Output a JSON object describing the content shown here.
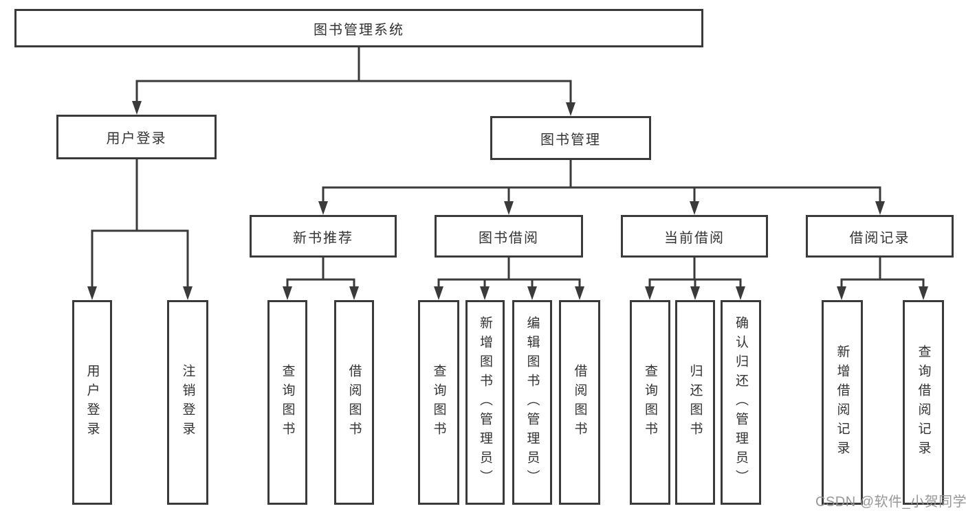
{
  "diagram_title": "图书管理系统",
  "tree": {
    "label": "图书管理系统",
    "children": [
      {
        "label": "用户登录",
        "children": [
          {
            "label": "用户登录"
          },
          {
            "label": "注销登录"
          }
        ]
      },
      {
        "label": "图书管理",
        "children": [
          {
            "label": "新书推荐",
            "children": [
              {
                "label": "查询图书"
              },
              {
                "label": "借阅图书"
              }
            ]
          },
          {
            "label": "图书借阅",
            "children": [
              {
                "label": "查询图书"
              },
              {
                "label": "新增图书（管理员）"
              },
              {
                "label": "编辑图书（管理员）"
              },
              {
                "label": "借阅图书"
              }
            ]
          },
          {
            "label": "当前借阅",
            "children": [
              {
                "label": "查询图书"
              },
              {
                "label": "归还图书"
              },
              {
                "label": "确认归还（管理员）"
              }
            ]
          },
          {
            "label": "借阅记录",
            "children": [
              {
                "label": "新增借阅记录"
              },
              {
                "label": "查询借阅记录"
              }
            ]
          }
        ]
      }
    ]
  },
  "watermark": "CSDN @软件_小贺同学",
  "colors": {
    "line": "#3a3a3a",
    "text": "#333333",
    "background": "#ffffff",
    "watermark": "#919191"
  }
}
